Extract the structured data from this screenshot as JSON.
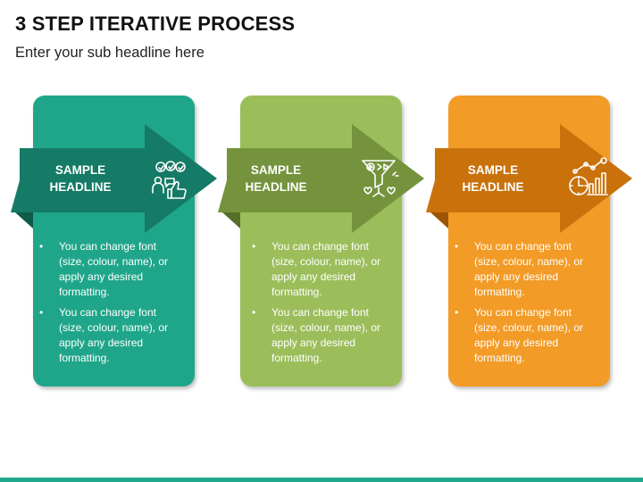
{
  "header": {
    "title": "3 STEP ITERATIVE PROCESS",
    "subtitle": "Enter your sub headline here"
  },
  "colors": {
    "accent_bar": "#20A98C"
  },
  "steps": [
    {
      "headline_line1": "SAMPLE",
      "headline_line2": "HEADLINE",
      "icon": "team-feedback-icon",
      "card_color": "#1FA68A",
      "band_color": "#157A66",
      "fold_color": "#0E5A4B",
      "bullets": [
        "You can change font (size, colour, name), or apply any desired formatting.",
        "You can change font (size, colour, name), or apply any desired formatting."
      ]
    },
    {
      "headline_line1": "SAMPLE",
      "headline_line2": "HEADLINE",
      "icon": "funnel-video-icon",
      "card_color": "#9BBE5B",
      "band_color": "#74933C",
      "fold_color": "#56702A",
      "bullets": [
        "You can change font (size, colour, name), or apply any desired formatting.",
        "You can change font (size, colour, name), or apply any desired formatting."
      ]
    },
    {
      "headline_line1": "SAMPLE",
      "headline_line2": "HEADLINE",
      "icon": "growth-chart-icon",
      "card_color": "#F29B26",
      "band_color": "#C9720C",
      "fold_color": "#9C5706",
      "bullets": [
        "You can change font (size, colour, name), or apply any desired formatting.",
        "You can change font (size, colour, name), or apply any desired formatting."
      ]
    }
  ]
}
